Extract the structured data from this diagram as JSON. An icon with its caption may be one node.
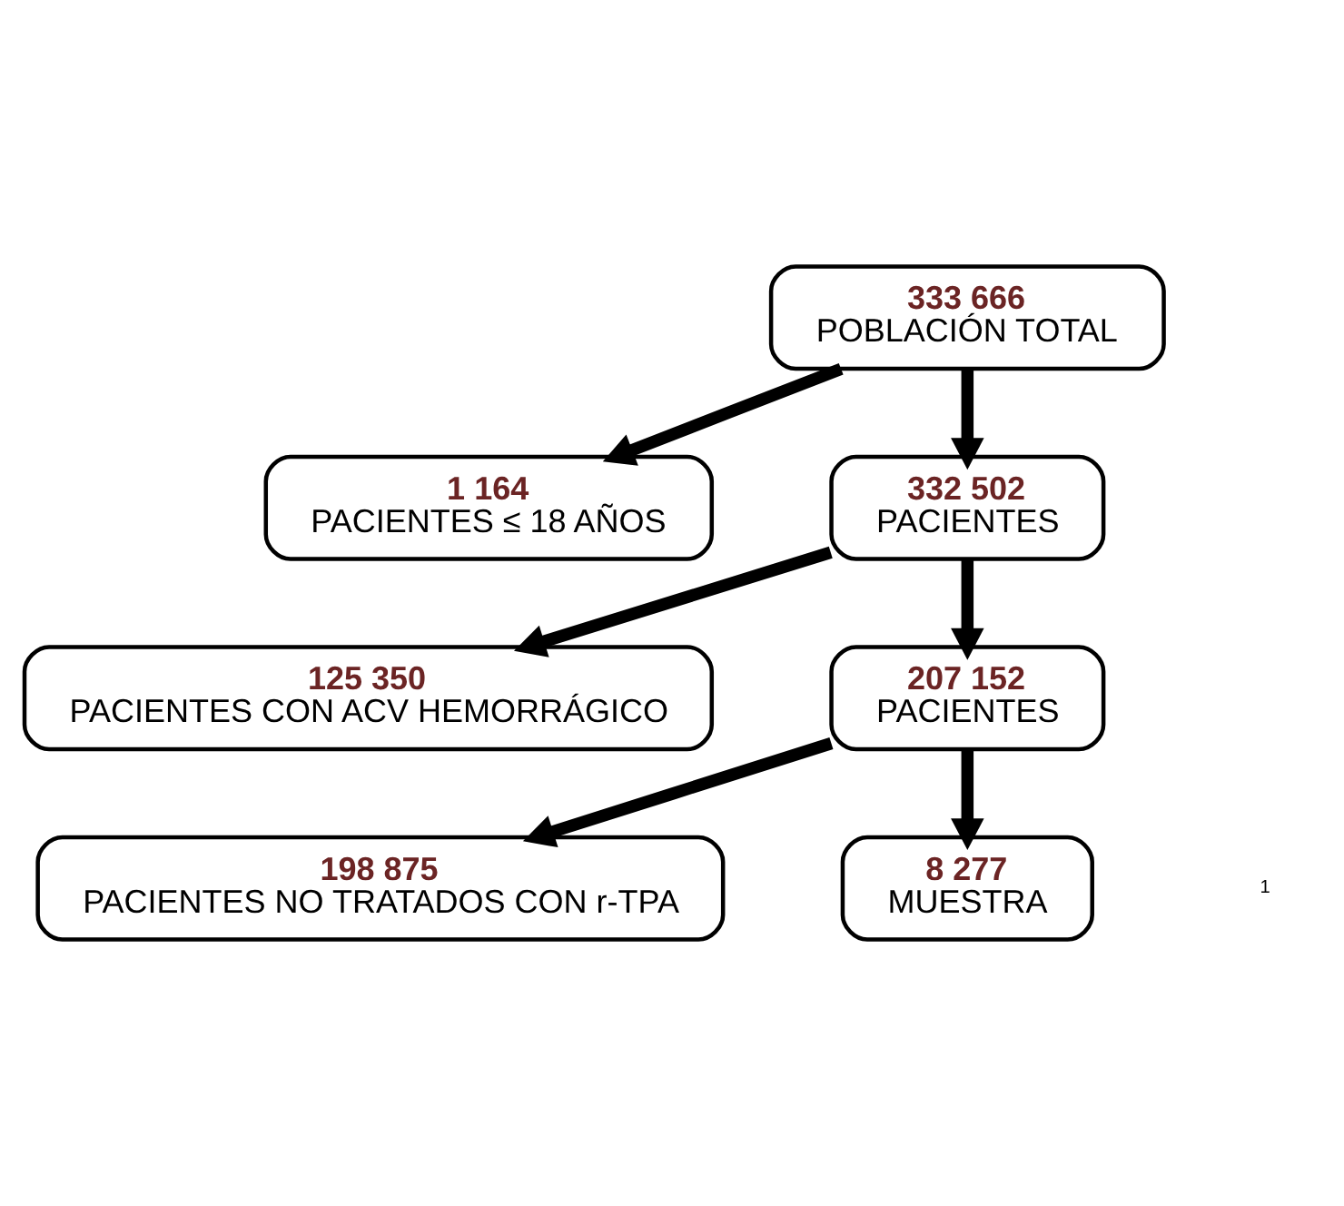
{
  "diagram": {
    "nodes": [
      {
        "text": [
          "333 666",
          "POBLACIÓN TOTAL"
        ]
      },
      {
        "text": [
          "1 164",
          "PACIENTES ≤ 18 AÑOS"
        ]
      },
      {
        "text": [
          "332 502",
          "PACIENTES"
        ]
      },
      {
        "text": [
          "125 350",
          "PACIENTES CON ACV HEMORRÁGICO"
        ]
      },
      {
        "text": [
          "207 152",
          "PACIENTES"
        ]
      },
      {
        "text": [
          "198 875",
          "PACIENTES NO TRATADOS CON r-TPA"
        ]
      },
      {
        "text": [
          "8 277",
          "MUESTRA"
        ]
      }
    ],
    "edges": [
      {
        "from": 0,
        "to": 2,
        "arrow": "to"
      },
      {
        "from": 0,
        "to": 1,
        "arrow": "to"
      },
      {
        "from": 2,
        "to": 4,
        "arrow": "to"
      },
      {
        "from": 2,
        "to": 3,
        "arrow": "to"
      },
      {
        "from": 4,
        "to": 6,
        "arrow": "to"
      },
      {
        "from": 4,
        "to": 5,
        "arrow": "to"
      }
    ],
    "labels": [
      "1"
    ]
  }
}
